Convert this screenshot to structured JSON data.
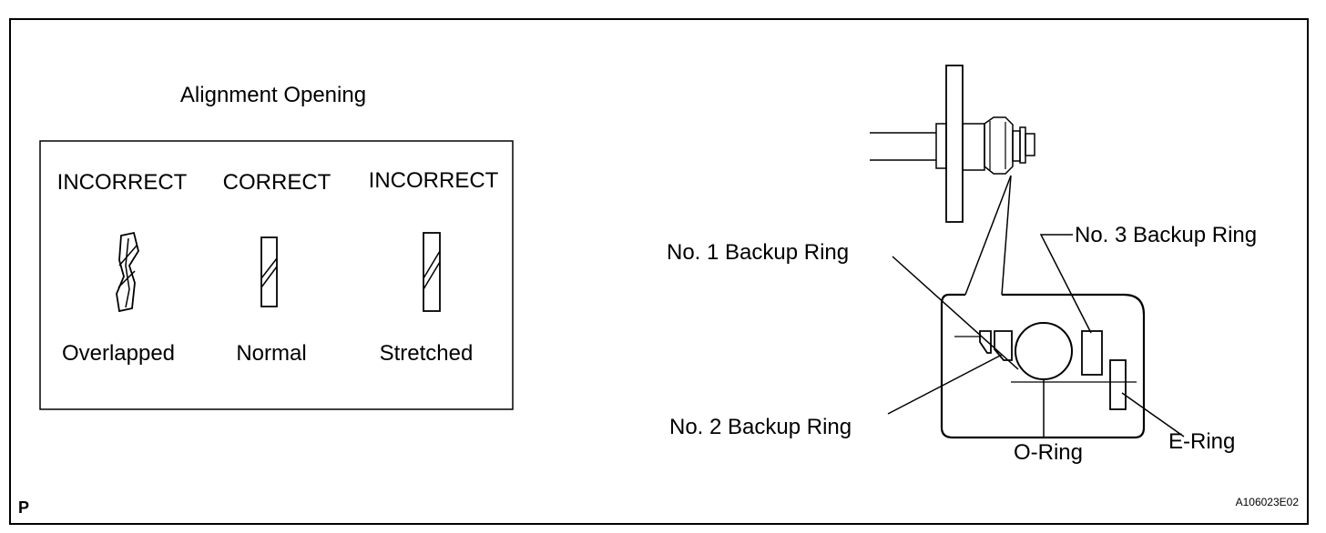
{
  "left_panel": {
    "title": "Alignment Opening",
    "columns": [
      {
        "status": "INCORRECT",
        "caption": "Overlapped"
      },
      {
        "status": "CORRECT",
        "caption": "Normal"
      },
      {
        "status": "INCORRECT",
        "caption": "Stretched"
      }
    ]
  },
  "right_panel": {
    "labels": {
      "backup_ring_1": "No. 1 Backup Ring",
      "backup_ring_2": "No. 2 Backup Ring",
      "backup_ring_3": "No. 3 Backup Ring",
      "o_ring": "O-Ring",
      "e_ring": "E-Ring"
    }
  },
  "footer": {
    "page_marker": "P",
    "figure_code": "A106023E02"
  }
}
